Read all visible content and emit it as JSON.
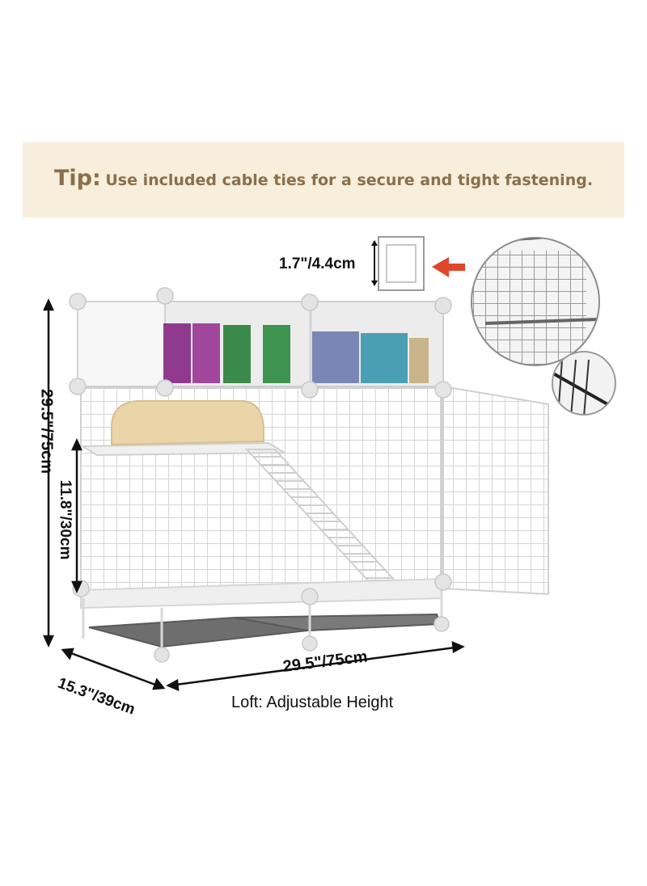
{
  "tip": {
    "label": "Tip:",
    "text": "Use included cable ties for a secure and tight fastening."
  },
  "dimensions": {
    "panel_gap": "1.7\"/4.4cm",
    "height": "29.5\"/75cm",
    "loft_height": "11.8\"/30cm",
    "depth": "15.3\"/39cm",
    "width": "29.5\"/75cm"
  },
  "caption": "Loft: Adjustable Height",
  "colors": {
    "banner_bg": "#f7eedb",
    "banner_text": "#8a6f4a",
    "arrow_red": "#e0462c",
    "tray": "#6e6e6e"
  }
}
